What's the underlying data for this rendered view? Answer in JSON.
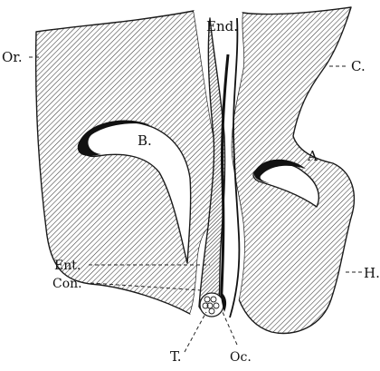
{
  "figure": {
    "labels": {
      "end": "End.",
      "or": "Or.",
      "c": "C.",
      "b": "B.",
      "a": "A",
      "ent": "Ent.",
      "con": "Con.",
      "h": "H.",
      "t": "T.",
      "oc": "Oc."
    }
  }
}
